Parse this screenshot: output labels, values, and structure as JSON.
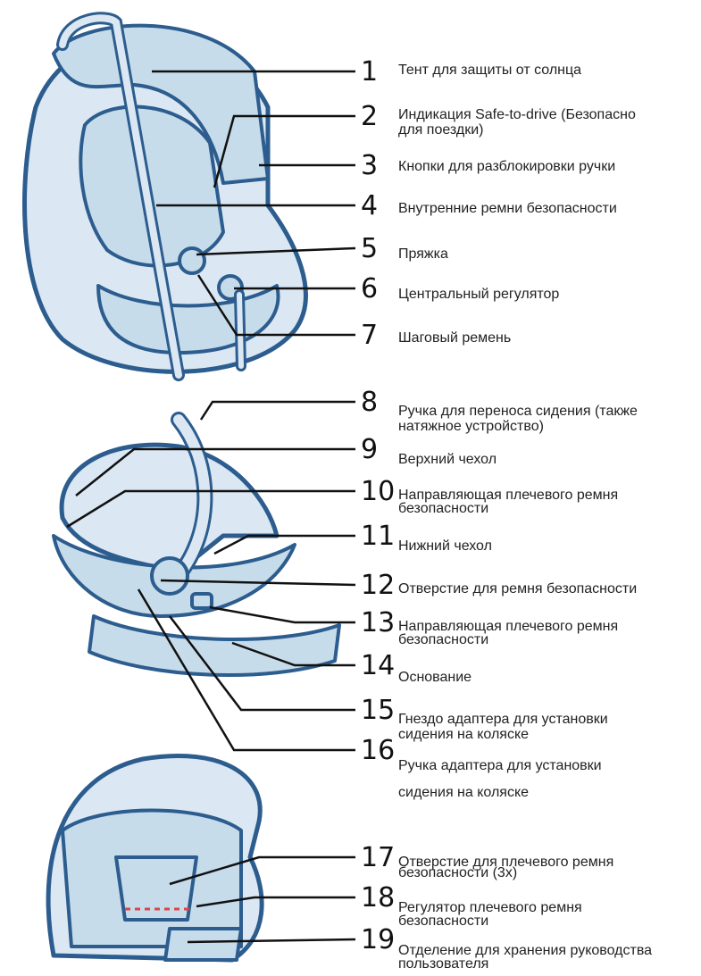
{
  "callouts": [
    {
      "number": "1",
      "label": "Тент для защиты от солнца"
    },
    {
      "number": "2",
      "label": "Индикация Safe-to-drive (Безопасно\nдля поездки)"
    },
    {
      "number": "3",
      "label": "Кнопки для разблокировки ручки"
    },
    {
      "number": "4",
      "label": "Внутренние ремни безопасности"
    },
    {
      "number": "5",
      "label": "Пряжка"
    },
    {
      "number": "6",
      "label": "Центральный регулятор"
    },
    {
      "number": "7",
      "label": "Шаговый ремень"
    },
    {
      "number": "8",
      "label": "Ручка для переноса сидения (также\nнатяжное устройство)"
    },
    {
      "number": "9",
      "label": "Верхний чехол"
    },
    {
      "number": "10",
      "label": "Направляющая плечевого ремня\nбезопасности"
    },
    {
      "number": "11",
      "label": "Нижний чехол"
    },
    {
      "number": "12",
      "label": "Отверстие для ремня безопасности"
    },
    {
      "number": "13",
      "label": "Направляющая плечевого ремня\nбезопасности"
    },
    {
      "number": "14",
      "label": "Основание"
    },
    {
      "number": "15",
      "label": "Гнездо адаптера для установки\nсидения на коляске"
    },
    {
      "number": "16",
      "label": "Ручка адаптера для установки\nсидения на коляске"
    },
    {
      "number": "17",
      "label": "Отверстие для плечевого ремня\nбезопасности (3x)"
    },
    {
      "number": "18",
      "label": "Регулятор плечевого ремня\nбезопасности"
    },
    {
      "number": "19",
      "label": "Отделение для хранения руководства\nпользователя"
    }
  ]
}
